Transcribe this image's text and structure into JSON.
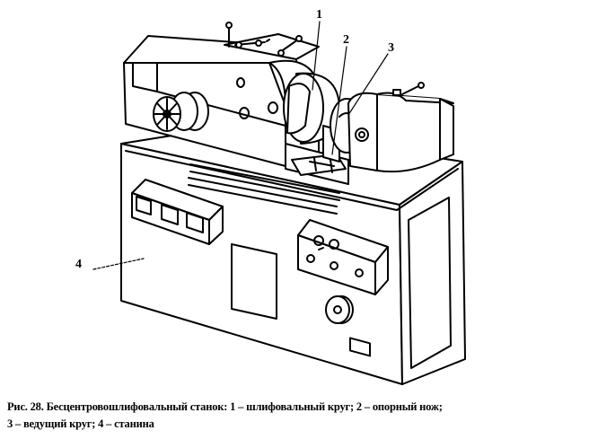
{
  "figure": {
    "callouts": [
      "1",
      "2",
      "3",
      "4"
    ]
  },
  "caption": {
    "line1": "Рис. 28. Бесцентровошлифовальный станок: 1 – шлифовальный круг; 2 – опорный нож;",
    "line2": "3 – ведущий круг; 4 – станина"
  }
}
